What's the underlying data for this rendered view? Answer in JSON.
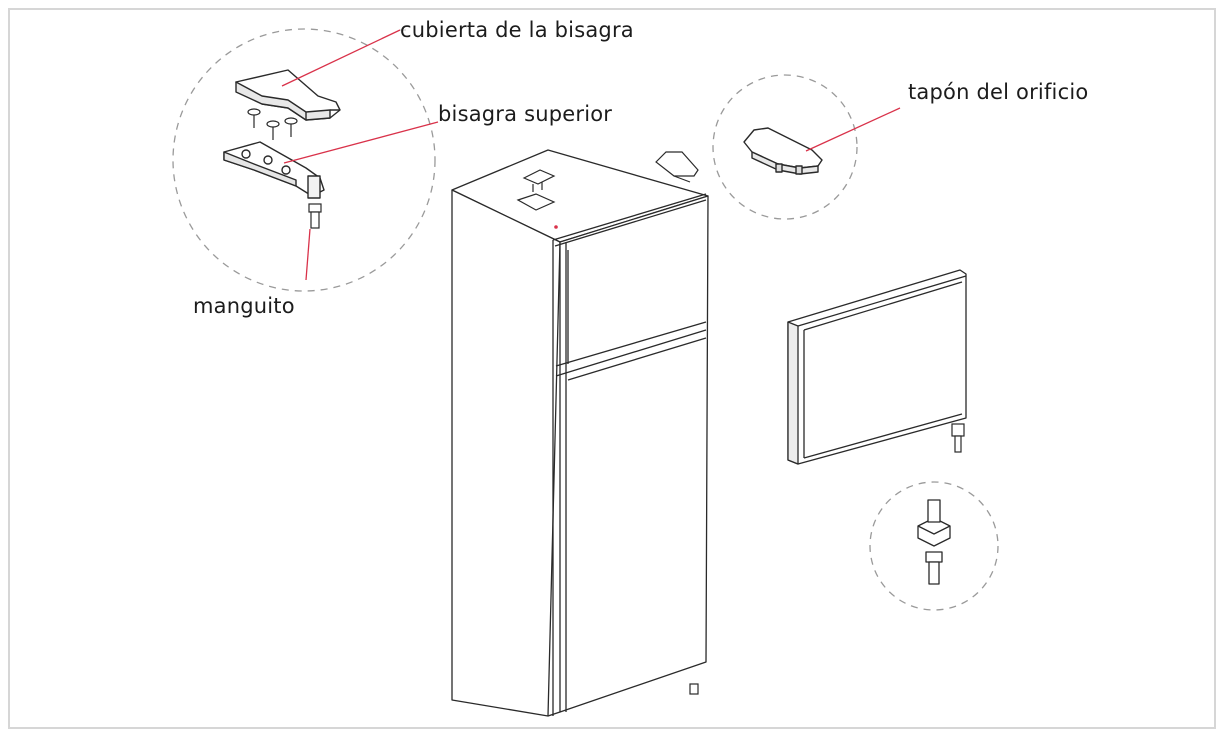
{
  "labels": {
    "hinge_cover": "cubierta de la bisagra",
    "upper_hinge": "bisagra superior",
    "hole_plug": "tapón del orificio",
    "sleeve": "manguito"
  },
  "colors": {
    "leader_line": "#d9324a",
    "outline": "#2a2a2a",
    "dashed_circle": "#9a9a9a",
    "frame_border": "#d6d6d6"
  }
}
